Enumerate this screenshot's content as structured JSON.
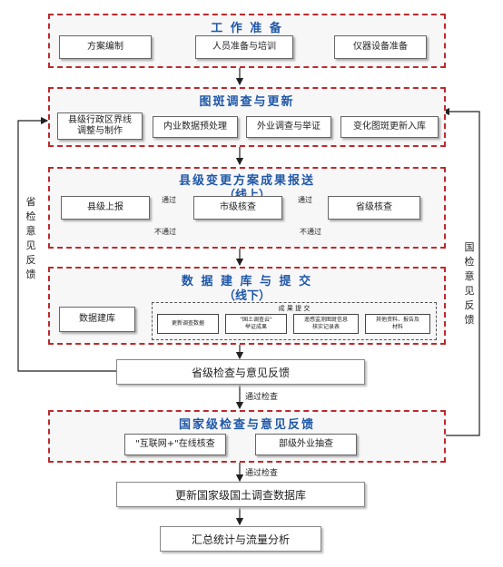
{
  "stage1": {
    "title": "工 作 准 备",
    "items": [
      "方案编制",
      "人员准备与培训",
      "仪器设备准备"
    ]
  },
  "stage2": {
    "title": "图斑调查与更新",
    "items": [
      "县级行政区界线\n调整与制作",
      "内业数据预处理",
      "外业调查与举证",
      "变化图斑更新入库"
    ]
  },
  "stage3": {
    "title": "县级变更方案成果报送",
    "subtitle": "（线上）",
    "county": "县级上报",
    "city": "市级核查",
    "province": "省级核查",
    "pass1": "通过",
    "fail1": "不通过",
    "pass2": "通过",
    "fail2": "不通过"
  },
  "stage4": {
    "title": "数 据 建 库 与 提 交",
    "subtitle": "（线下）",
    "db": "数据建库",
    "submit_title": "成 果 提 交",
    "items": [
      "更新调查数据",
      "\"国土调查云\"\n举证成果",
      "遥感监测图斑信息\n核实记录表",
      "其他资料、报告及\n材料"
    ]
  },
  "province_check": "省级检查与意见反馈",
  "pass_check_1": "通过检查",
  "stage5": {
    "title": "国家级检查与意见反馈",
    "online": "\"互联网+\"在线核查",
    "field": "部级外业抽查"
  },
  "pass_check_2": "通过检查",
  "update_db": "更新国家级国土调查数据库",
  "summary": "汇总统计与流量分析",
  "left_feedback": "省检意见反馈",
  "right_feedback": "国检意见反馈"
}
